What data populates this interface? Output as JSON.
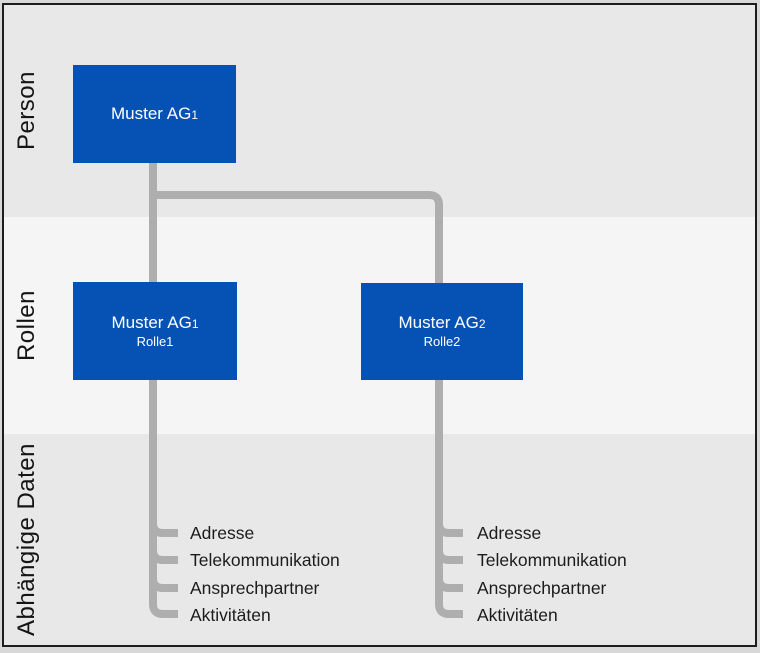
{
  "diagram": {
    "bands": [
      {
        "id": "person",
        "label": "Person"
      },
      {
        "id": "rollen",
        "label": "Rollen"
      },
      {
        "id": "abhaengige-daten",
        "label": "Abhängige Daten"
      }
    ],
    "boxes": {
      "person": {
        "title": "Muster AG",
        "sub": "1"
      },
      "role1": {
        "title": "Muster AG",
        "sub": "1",
        "subtitle": "Rolle1"
      },
      "role2": {
        "title": "Muster AG",
        "sub": "2",
        "subtitle": "Rolle2"
      }
    },
    "dependent_items_left": [
      "Adresse",
      "Telekommunikation",
      "Ansprechpartner",
      "Aktivitäten"
    ],
    "dependent_items_right": [
      "Adresse",
      "Telekommunikation",
      "Ansprechpartner",
      "Aktivitäten"
    ],
    "colors": {
      "box_blue": "#0552b4",
      "connector_gray": "#aeaeae",
      "band_dark": "#e8e8e8",
      "band_light": "#f5f5f5"
    }
  }
}
